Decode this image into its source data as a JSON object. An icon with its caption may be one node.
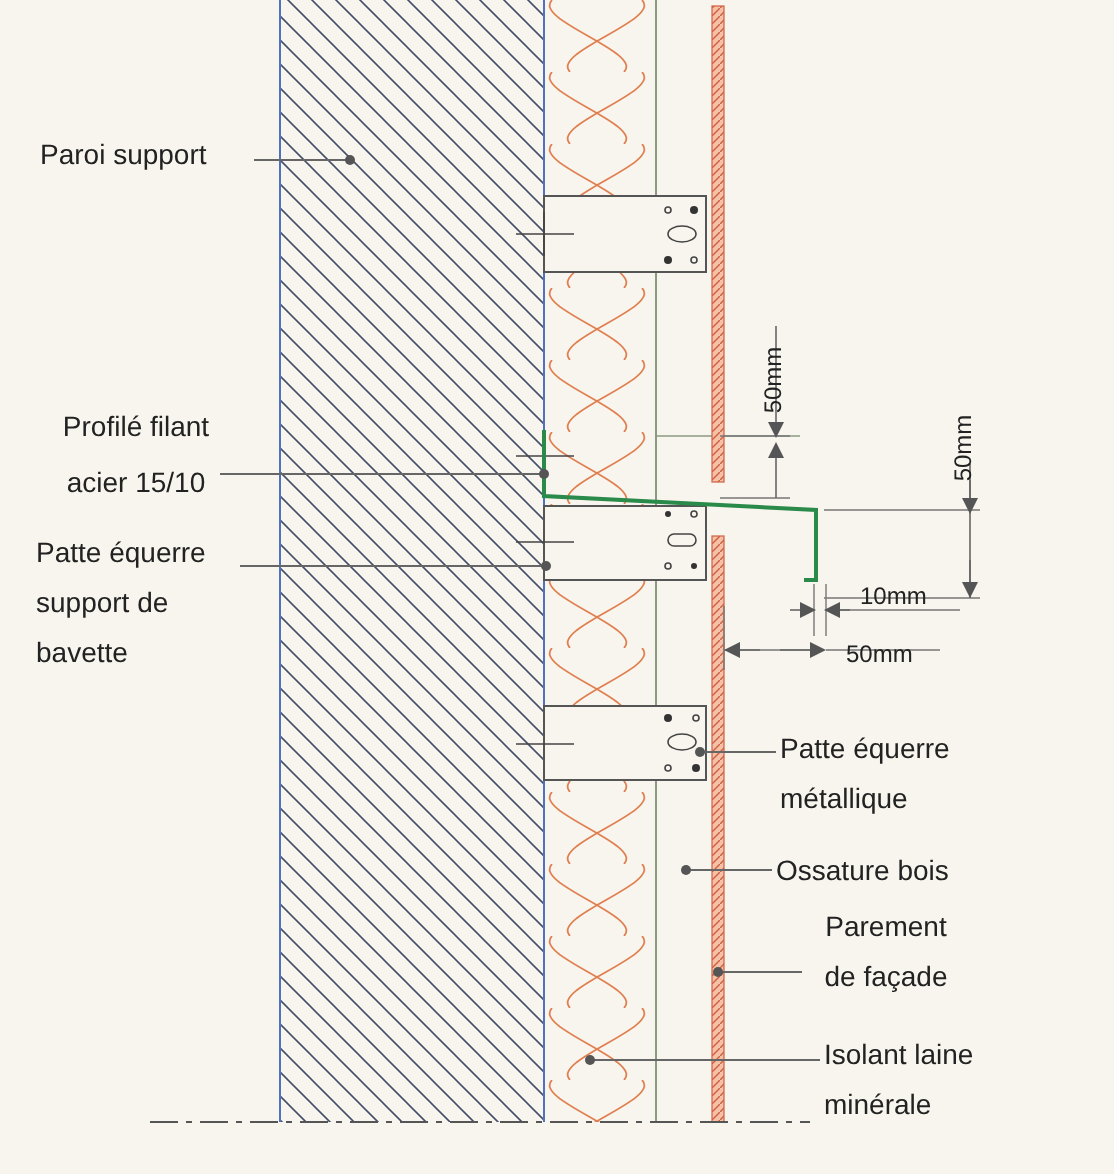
{
  "diagram": {
    "nodes": [
      {
        "text": [
          "Paroi support"
        ]
      },
      {
        "text": [
          "Profilé filant acier 15/10"
        ]
      },
      {
        "text": [
          "Patte équerre support de bavette"
        ]
      },
      {
        "text": [
          "Patte équerre métallique"
        ]
      },
      {
        "text": [
          "Ossature bois"
        ]
      },
      {
        "text": [
          "Parement de façade"
        ]
      },
      {
        "text": [
          "Isolant laine minérale"
        ]
      }
    ],
    "edges": [
      {
        "from": 0,
        "to": null,
        "arrow": "other"
      },
      {
        "from": 1,
        "to": null,
        "arrow": "other"
      },
      {
        "from": 2,
        "to": null,
        "arrow": "other"
      },
      {
        "from": 3,
        "to": null,
        "arrow": "other"
      },
      {
        "from": 4,
        "to": null,
        "arrow": "other"
      },
      {
        "from": 5,
        "to": null,
        "arrow": "other"
      },
      {
        "from": 6,
        "to": null,
        "arrow": "other"
      }
    ],
    "labels": [
      "50mm",
      "50mm",
      "10mm",
      "50mm"
    ]
  }
}
